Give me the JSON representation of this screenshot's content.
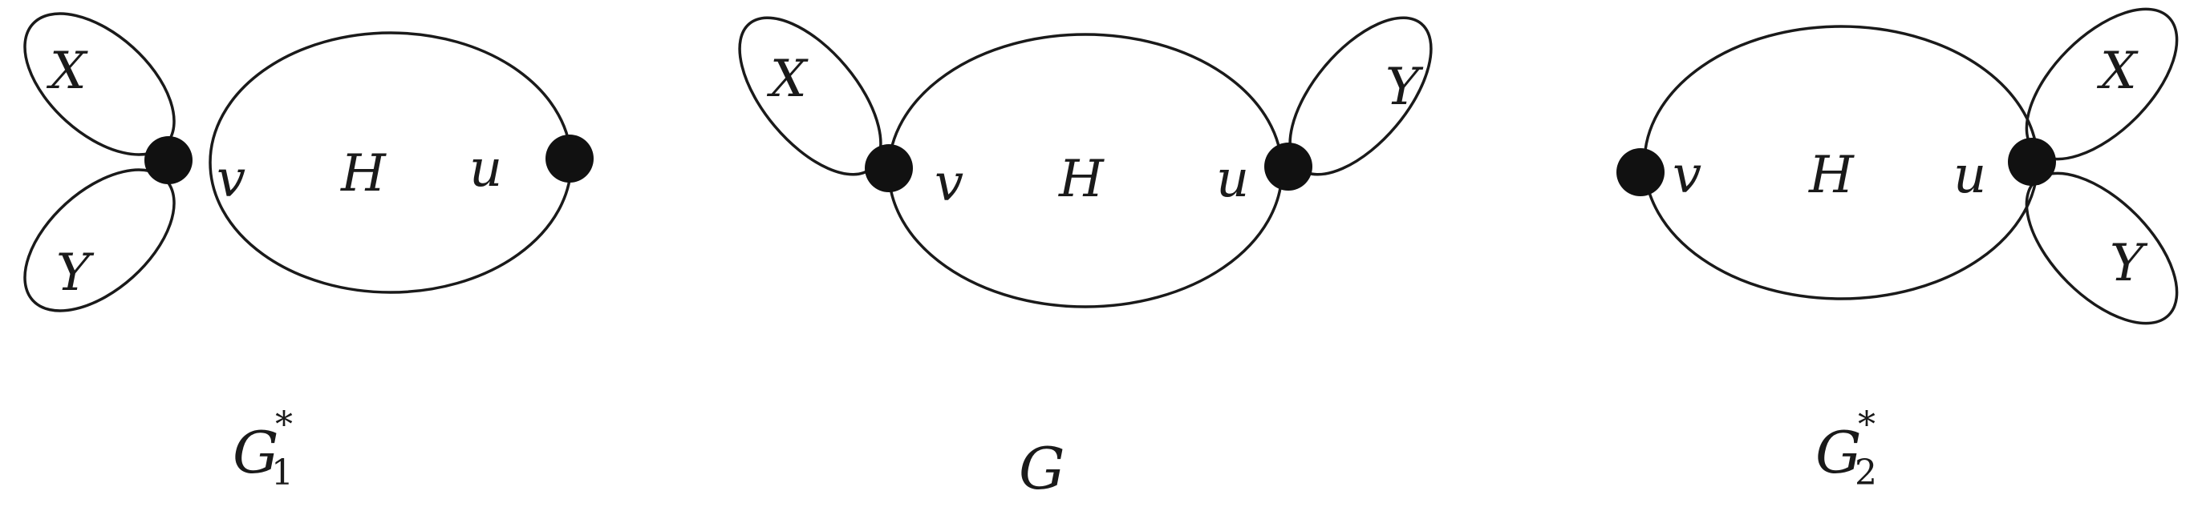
{
  "graphs": [
    {
      "caption": {
        "main": "G",
        "sub": "1",
        "sup": "*"
      },
      "labels": {
        "X": "X",
        "Y": "Y",
        "v": "v",
        "H": "H",
        "u": "u"
      }
    },
    {
      "caption": {
        "main": "G",
        "sub": "",
        "sup": ""
      },
      "labels": {
        "X": "X",
        "Y": "Y",
        "v": "v",
        "H": "H",
        "u": "u"
      }
    },
    {
      "caption": {
        "main": "G",
        "sub": "2",
        "sup": "*"
      },
      "labels": {
        "X": "X",
        "Y": "Y",
        "v": "v",
        "H": "H",
        "u": "u"
      }
    }
  ]
}
